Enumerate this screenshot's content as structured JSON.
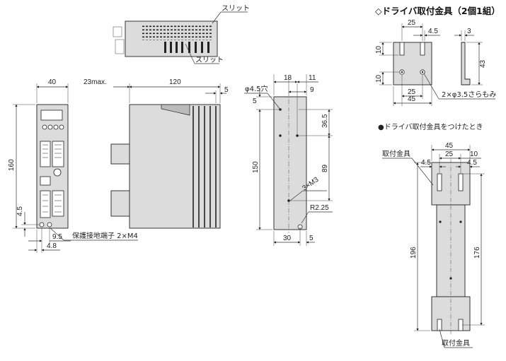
{
  "title": "◇ドライバ取付金具（2個1組）",
  "subtitle": "●ドライバ取付金具をつけたとき",
  "labels": {
    "slit_top": "スリット",
    "slit_bottom": "スリット",
    "ground_terminal": "保護接地端子 2×M4",
    "hole_45": "φ4.5穴",
    "tap_m3": "3×M3",
    "radius": "R2.25",
    "bracket_holes": "2×φ3.5さらもみ",
    "bracket_top": "取付金具",
    "bracket_bottom": "取付金具"
  },
  "dims": {
    "front_width": "40",
    "side_depth_max": "23max.",
    "side_length": "120",
    "side_step": "5",
    "front_height": "160",
    "ground_offset_v": "4.5",
    "ground_offset_h1": "9.5",
    "ground_offset_h2": "4.8",
    "back_18": "18",
    "back_11": "11",
    "back_9": "9",
    "back_5_top": "5",
    "back_150": "150",
    "back_36_5": "36.5",
    "back_89": "89",
    "back_30": "30",
    "back_5_bottom": "5",
    "br_25_top": "25",
    "br_4_5": "4.5",
    "br_10_a": "10",
    "br_10_b": "10",
    "br_25_bottom": "25",
    "br_45": "45",
    "br_side_3": "3",
    "br_side_43": "43",
    "as_45": "45",
    "as_25": "25",
    "as_10": "10",
    "as_4_5_left": "4.5",
    "as_4_5_right": "4.5",
    "as_196": "196",
    "as_176": "176"
  }
}
